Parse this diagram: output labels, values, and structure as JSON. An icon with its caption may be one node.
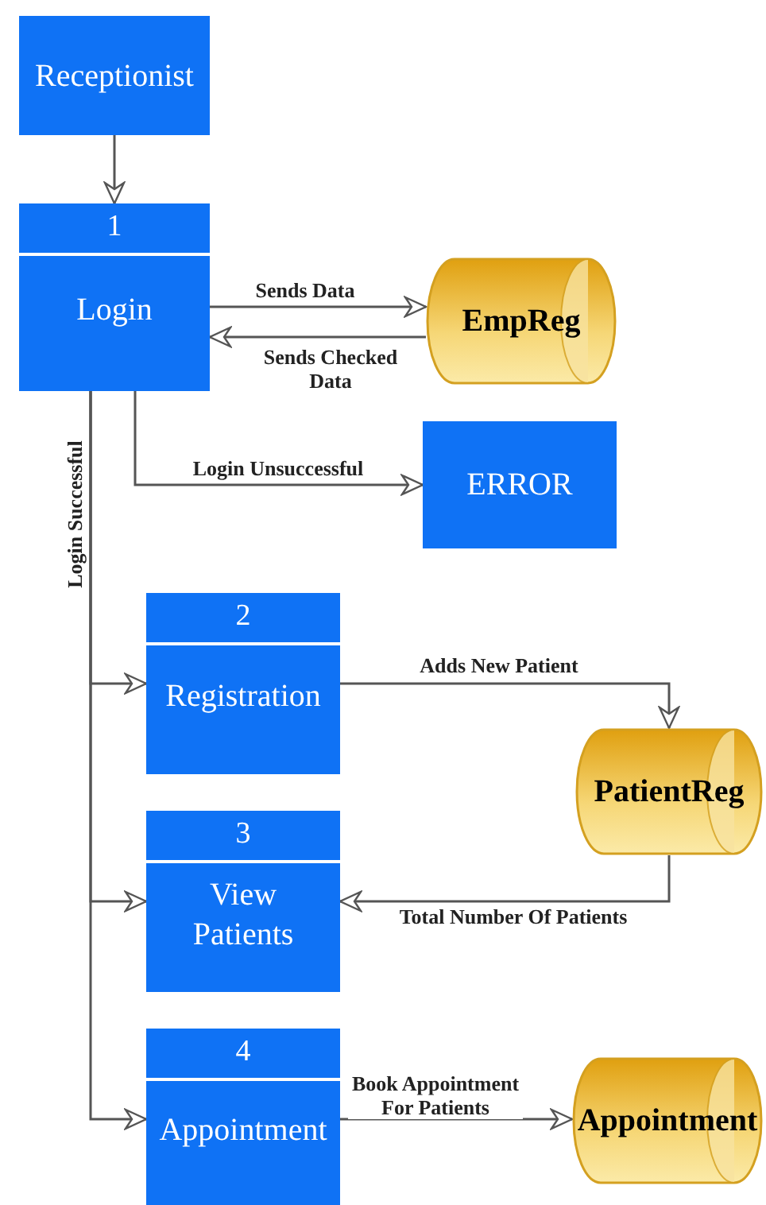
{
  "diagram": {
    "nodes": [
      {
        "text": [
          "Receptionist"
        ]
      },
      {
        "text": [
          "1",
          "Login"
        ]
      },
      {
        "text": [
          "EmpReg"
        ]
      },
      {
        "text": [
          "ERROR"
        ]
      },
      {
        "text": [
          "2",
          "Registration"
        ]
      },
      {
        "text": [
          "PatientReg"
        ]
      },
      {
        "text": [
          "3",
          "View Patients"
        ]
      },
      {
        "text": [
          "4",
          "Appointment"
        ]
      },
      {
        "text": [
          "Appointment"
        ]
      }
    ],
    "edges": [
      {
        "from": 0,
        "to": 1,
        "arrow": "to"
      },
      {
        "from": 1,
        "to": 2,
        "arrow": "to",
        "label": "Sends Data"
      },
      {
        "from": 2,
        "to": 1,
        "arrow": "to",
        "label": "Sends Checked Data"
      },
      {
        "from": 1,
        "to": 3,
        "arrow": "to",
        "label": "Login Unsuccessful"
      },
      {
        "from": 1,
        "to": 4,
        "arrow": "to",
        "label": "Login Successful"
      },
      {
        "from": 1,
        "to": 6,
        "arrow": "to"
      },
      {
        "from": 1,
        "to": 7,
        "arrow": "to"
      },
      {
        "from": 4,
        "to": 5,
        "arrow": "to",
        "label": "Adds New Patient"
      },
      {
        "from": 5,
        "to": 6,
        "arrow": "to",
        "label": "Total Number Of Patients"
      },
      {
        "from": 7,
        "to": 8,
        "arrow": "to",
        "label": "Book Appointment For Patients"
      }
    ]
  }
}
